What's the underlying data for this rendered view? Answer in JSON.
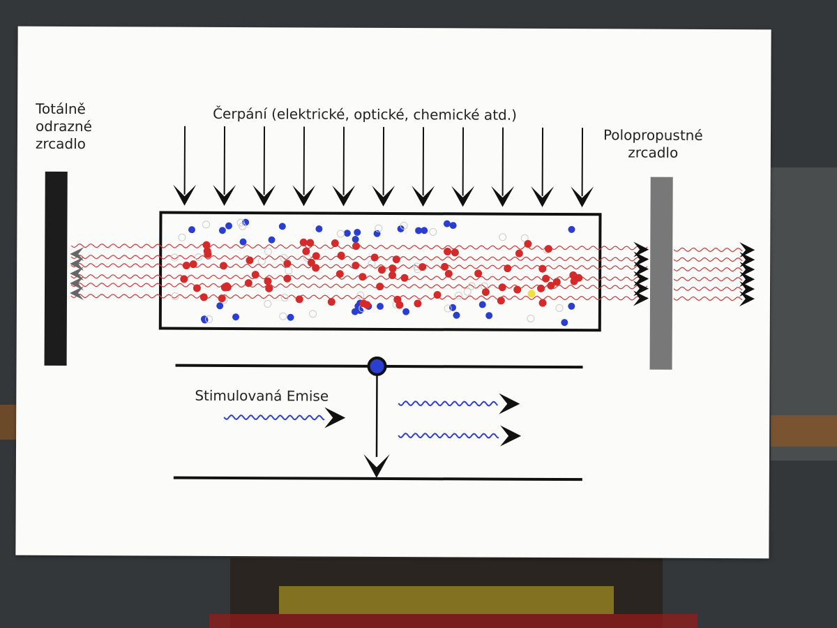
{
  "labels": {
    "left_mirror": [
      "Totálně",
      "odrazné",
      "zrcadlo"
    ],
    "right_mirror": [
      "Polopropustné",
      "zrcadlo"
    ],
    "pumping": "Čerpání (elektrické, optické, chemické atd.)",
    "stimulated_emission": "Stimulovaná Emise"
  },
  "colors": {
    "excited_atom": "#d42a2a",
    "ground_atom": "#2a3fd0",
    "photon_wave": "#d03535",
    "emission_wave": "#3040c8",
    "highlight_atom": "#f0e040",
    "full_mirror": "#1c1c1c",
    "partial_mirror": "#787878"
  }
}
